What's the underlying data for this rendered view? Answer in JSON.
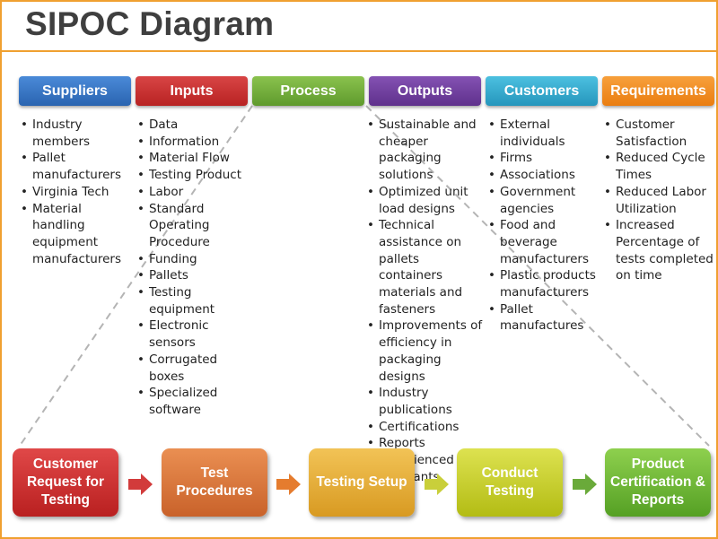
{
  "title": "SIPOC Diagram",
  "colors": {
    "frame": "#f0a030",
    "suppliers": "#2f6fbf",
    "inputs": "#c42a2a",
    "process": "#6ea836",
    "outputs": "#6b3b99",
    "customers": "#2ea5c9",
    "requirements": "#f08a1c",
    "arrow_red": "#d23b3b",
    "arrow_orange": "#e57c2e",
    "arrow_yellow": "#c9cf3a",
    "arrow_green": "#6aaa3a"
  },
  "headers": {
    "suppliers": "Suppliers",
    "inputs": "Inputs",
    "process": "Process",
    "outputs": "Outputs",
    "customers": "Customers",
    "requirements": "Requirements"
  },
  "lists": {
    "suppliers": [
      "Industry members",
      "Pallet manufacturers",
      "Virginia Tech",
      "Material handling equipment manufacturers"
    ],
    "inputs": [
      "Data",
      "Information",
      "Material Flow",
      "Testing Product",
      "Labor",
      "Standard Operating Procedure",
      "Funding",
      "Pallets",
      "Testing equipment",
      "Electronic sensors",
      "Corrugated boxes",
      "Specialized software"
    ],
    "outputs": [
      "Sustainable and cheaper packaging solutions",
      "Optimized unit load designs",
      "Technical assistance on pallets containers materials and fasteners",
      "Improvements of efficiency in packaging designs",
      "Industry publications",
      "Certifications",
      "Reports",
      "Experienced lab assistants"
    ],
    "customers": [
      "External individuals",
      "Firms",
      "Associations",
      "Government agencies",
      "Food and beverage manufacturers",
      "Plastic products manufacturers",
      "Pallet manufactures"
    ],
    "requirements": [
      "Customer Satisfaction",
      "Reduced Cycle Times",
      "Reduced Labor Utilization",
      "Increased Percentage of tests completed on time"
    ]
  },
  "process_steps": {
    "step1": "Customer Request for Testing",
    "step2": "Test Procedures",
    "step3": "Testing Setup",
    "step4": "Conduct Testing",
    "step5": "Product Certification & Reports"
  }
}
